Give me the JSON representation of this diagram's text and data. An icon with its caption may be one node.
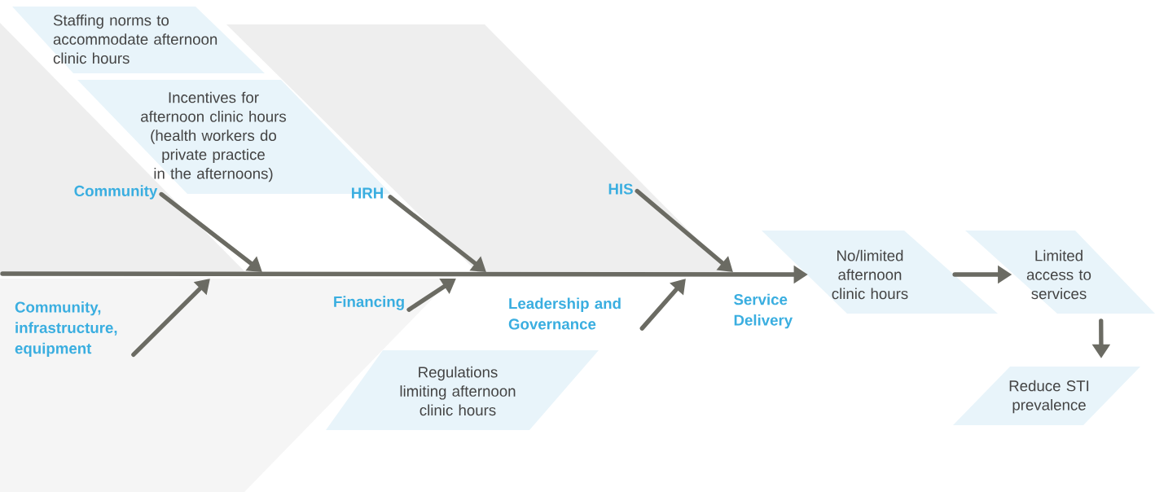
{
  "diagram": {
    "nodes": [
      {
        "text": [
          "Staffing norms to accommodate afternoon clinic hours"
        ]
      },
      {
        "text": [
          "Incentives for afternoon clinic hours (health workers do private practice in the afternoons)"
        ]
      },
      {
        "text": [
          "Community"
        ]
      },
      {
        "text": [
          "HRH"
        ]
      },
      {
        "text": [
          "HIS"
        ]
      },
      {
        "text": [
          "No/limited afternoon clinic hours"
        ]
      },
      {
        "text": [
          "Limited access to services"
        ]
      },
      {
        "text": [
          "Community, infrastructure, equipment"
        ]
      },
      {
        "text": [
          "Financing"
        ]
      },
      {
        "text": [
          "Leadership and Governance"
        ]
      },
      {
        "text": [
          "Regulations limiting afternoon clinic hours"
        ]
      },
      {
        "text": [
          "Reduce STI prevalence"
        ]
      }
    ],
    "edges": [
      {
        "from": 2,
        "to": null,
        "arrow": "to"
      },
      {
        "from": 3,
        "to": null,
        "arrow": "to"
      },
      {
        "from": 4,
        "to": null,
        "arrow": "to"
      },
      {
        "from": 7,
        "to": null,
        "arrow": "to"
      },
      {
        "from": 8,
        "to": null,
        "arrow": "to"
      },
      {
        "from": 9,
        "to": null,
        "arrow": "to"
      },
      {
        "from": null,
        "to": 5,
        "arrow": "to"
      },
      {
        "from": 5,
        "to": 6,
        "arrow": "to"
      },
      {
        "from": 6,
        "to": 11,
        "arrow": "to"
      }
    ],
    "labels": [
      "Service Delivery"
    ]
  }
}
